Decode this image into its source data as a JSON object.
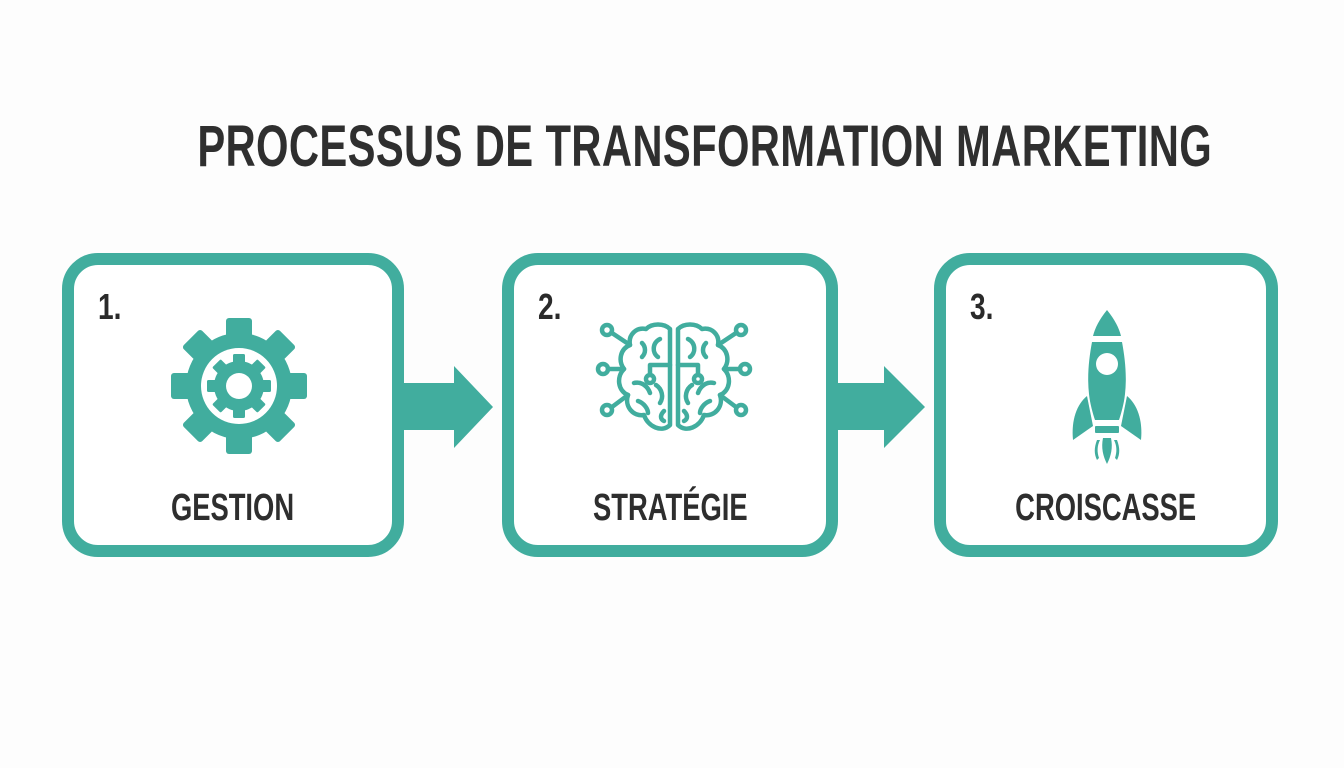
{
  "title": "PROCESSUS DE TRANSFORMATION MARKETING",
  "colors": {
    "accent": "#41ad9e",
    "text": "#2e2e2e",
    "background": "#fdfdfd"
  },
  "steps": [
    {
      "number": "1.",
      "label": "GESTION",
      "icon": "gear-icon"
    },
    {
      "number": "2.",
      "label": "STRATÉGIE",
      "icon": "brain-network-icon"
    },
    {
      "number": "3.",
      "label": "CROISCASSE",
      "icon": "rocket-icon"
    }
  ],
  "connectors": [
    {
      "from": 1,
      "to": 2,
      "icon": "arrow-right-icon"
    },
    {
      "from": 2,
      "to": 3,
      "icon": "arrow-right-icon"
    }
  ]
}
